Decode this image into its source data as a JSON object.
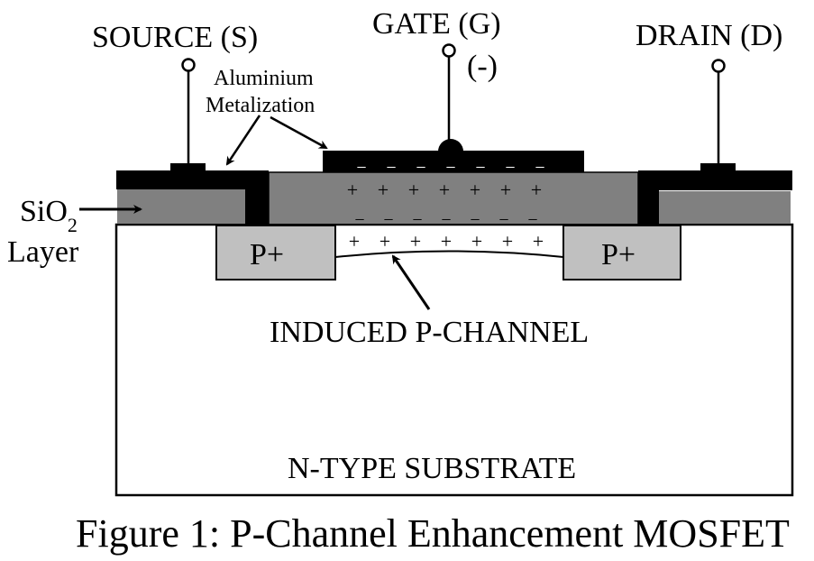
{
  "diagram": {
    "title": "Figure 1: P-Channel Enhancement MOSFET",
    "terminals": {
      "source": "SOURCE (S)",
      "gate": "GATE (G)",
      "gate_polarity": "(-)",
      "drain": "DRAIN (D)"
    },
    "annotations": {
      "metal_line1": "Aluminium",
      "metal_line2": "Metalization",
      "sio2_main": "SiO",
      "sio2_sub": "2",
      "layer": "Layer",
      "induced_channel": "INDUCED P-CHANNEL",
      "substrate": "N-TYPE SUBSTRATE"
    },
    "regions": {
      "source_p": "P+",
      "drain_p": "P+"
    },
    "charges": {
      "gate_minus": [
        "−",
        "−",
        "−",
        "−",
        "−",
        "−",
        "−"
      ],
      "oxide_plus": [
        "+",
        "+",
        "+",
        "+",
        "+",
        "+",
        "+"
      ],
      "oxide_minus": [
        "−",
        "−",
        "−",
        "−",
        "−",
        "−",
        "−"
      ],
      "channel_plus": [
        "+",
        "+",
        "+",
        "+",
        "+",
        "+",
        "+"
      ]
    },
    "colors": {
      "metal": "#000000",
      "oxide": "#808080",
      "p_plus": "#c0c0c0",
      "substrate": "#ffffff"
    }
  }
}
